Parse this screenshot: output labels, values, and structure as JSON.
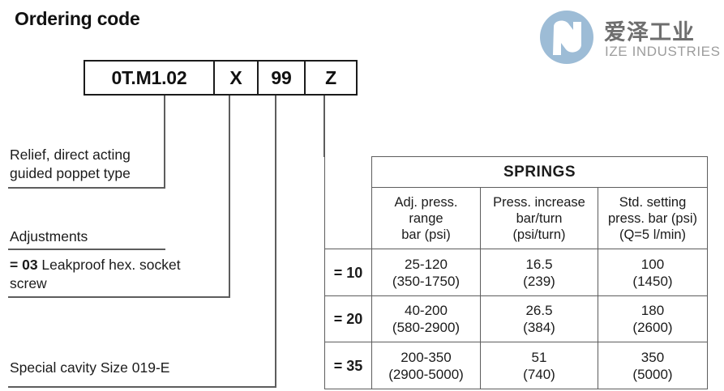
{
  "title": "Ordering code",
  "logo": {
    "cn_name": "爱泽工业",
    "en_name": "IZE INDUSTRIES",
    "mark_icon": "ize-circle-logo-icon",
    "circle_color": "#9dbcd6",
    "cn_color": "#6e6e6e",
    "en_color": "#9d9d9d"
  },
  "ordering_code": {
    "cells": [
      {
        "value": "0T.M1.02"
      },
      {
        "value": "X"
      },
      {
        "value": "99"
      },
      {
        "value": "Z"
      }
    ]
  },
  "descriptions": [
    {
      "id": "type",
      "text": "Relief, direct acting\nguided poppet type"
    },
    {
      "id": "adjustments",
      "text": "Adjustments"
    },
    {
      "id": "adjustment-option",
      "prefix": "= 03",
      "text": " Leakproof hex. socket\nscrew"
    },
    {
      "id": "cavity",
      "text": "Special cavity Size 019-E"
    }
  ],
  "springs_table": {
    "group_header": "SPRINGS",
    "columns": [
      "Adj. press.\nrange\nbar (psi)",
      "Press. increase\nbar/turn\n(psi/turn)",
      "Std. setting\npress. bar (psi)\n(Q=5 l/min)"
    ],
    "rows": [
      {
        "code": "= 10",
        "adj_press_range": "25-120\n(350-1750)",
        "press_increase": "16.5\n(239)",
        "std_setting": "100\n(1450)"
      },
      {
        "code": "= 20",
        "adj_press_range": "40-200\n(580-2900)",
        "press_increase": "26.5\n(384)",
        "std_setting": "180\n(2600)"
      },
      {
        "code": "= 35",
        "adj_press_range": "200-350\n(2900-5000)",
        "press_increase": "51\n(740)",
        "std_setting": "350\n(5000)"
      }
    ]
  }
}
